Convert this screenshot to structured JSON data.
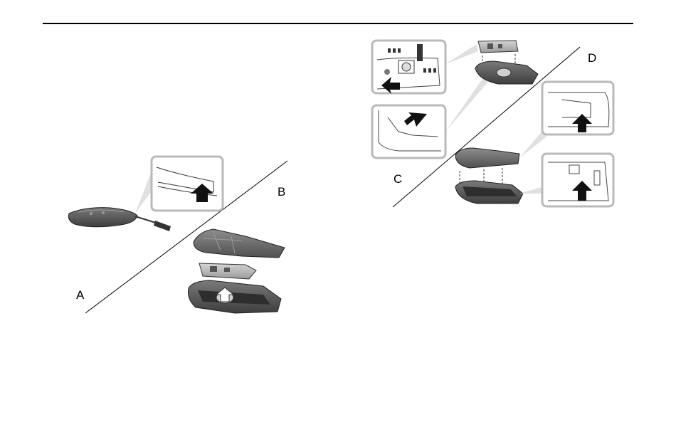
{
  "panels": {
    "a": "A",
    "b": "B",
    "c": "C",
    "d": "D"
  },
  "colors": {
    "key_body": "#5a5a5a",
    "key_shade": "#3c3c3c",
    "inset_border": "#b9b9b9",
    "arrow": "#111111"
  }
}
